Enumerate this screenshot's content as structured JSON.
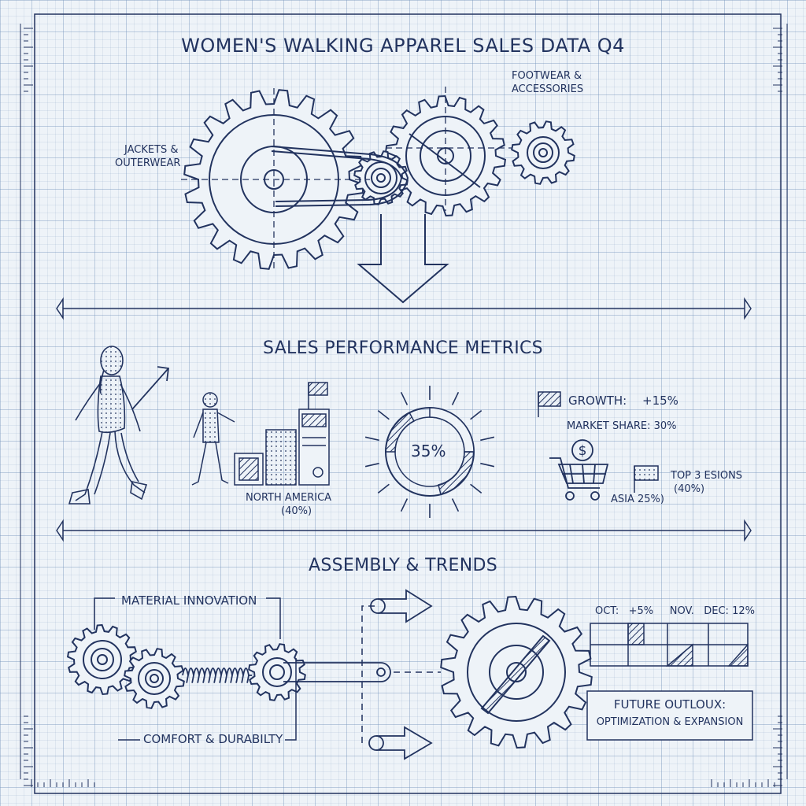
{
  "title": "WOMEN'S WALKING APPAREL SALES DATA Q4",
  "gears_section": {
    "label_left": [
      "JACKETS &",
      "OUTERWEAR"
    ],
    "label_right": [
      "FOOTWEAR &",
      "ACCESSORIES"
    ]
  },
  "metrics_section": {
    "heading": "SALES PERFORMANCE METRICS",
    "region_label": [
      "NORTH AMERICA",
      "(40%)"
    ],
    "donut_value": "35%",
    "growth_label": "GROWTH:",
    "growth_value": "+15%",
    "market_share": "MARKET SHARE:  30%",
    "top_regions": [
      "TOP 3 ESIONS",
      "(40%)"
    ],
    "asia": "ASIA   25%)",
    "icons": [
      "walking-woman-icon",
      "walking-figure-icon",
      "shopping-cart-icon",
      "dollar-coin-icon",
      "flag-icon",
      "sun-rays-icon"
    ]
  },
  "assembly_section": {
    "heading": "ASSEMBLY & TRENDS",
    "material_label": "MATERIAL INNOVATION",
    "comfort_label": "COMFORT & DURABILTY",
    "month_labels": "OCT:   +5%     NOV.   DEC: 12%",
    "outlook_title": "FUTURE OUTLOUX:",
    "outlook_sub": "OPTIMIZATION & EXPANSION"
  },
  "colors": {
    "ink": "#22335f",
    "paper": "#eef3f8",
    "grid": "#7896be"
  }
}
